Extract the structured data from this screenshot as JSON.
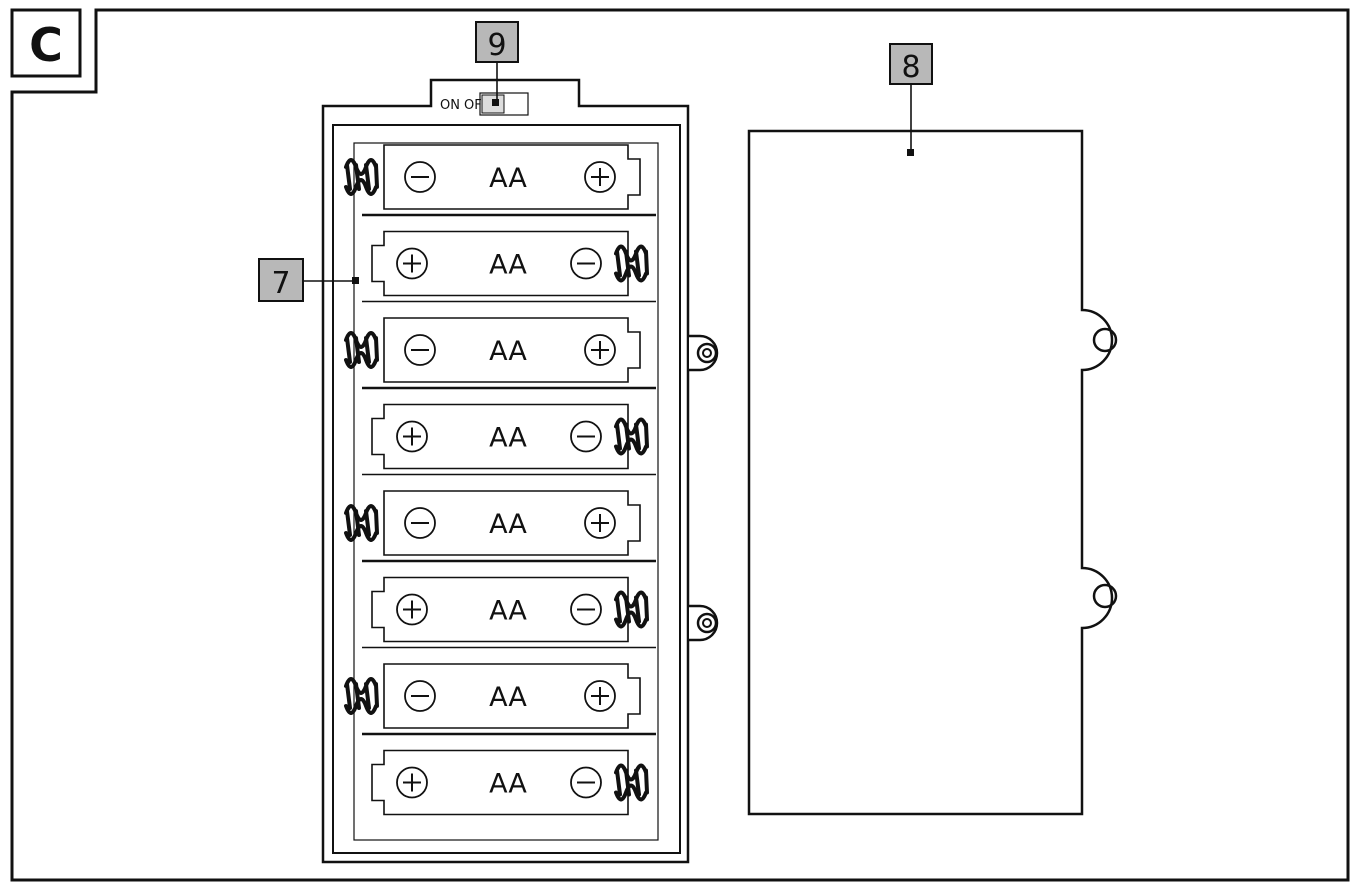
{
  "figure": {
    "panel_letter": "C",
    "labels": {
      "battery_holder": "7",
      "cover": "8",
      "switch": "9"
    },
    "switch_text": {
      "on": "ON",
      "off": "OFF"
    },
    "battery": {
      "type": "AA",
      "count": 8,
      "plus_symbol": "+",
      "minus_symbol": "−"
    },
    "colors": {
      "ink": "#111111",
      "callout_fill": "#b8b8b8",
      "background": "#ffffff"
    }
  }
}
